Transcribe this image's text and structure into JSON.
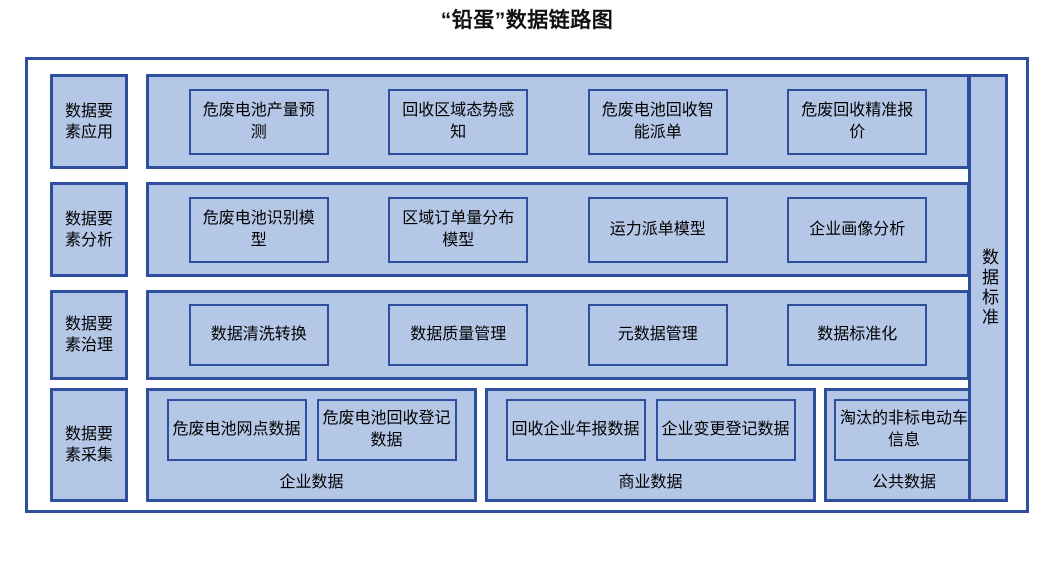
{
  "title": "“铅蛋”数据链路图",
  "colors": {
    "box_fill": "#b5c7e7",
    "border": "#2e4f9e",
    "page_background": "#ffffff",
    "text": "#000000"
  },
  "standards_column": {
    "label": "数据标准"
  },
  "layers": [
    {
      "id": "application",
      "label": "数据要素应用",
      "items": [
        {
          "label": "危废电池产量预测"
        },
        {
          "label": "回收区域态势感知"
        },
        {
          "label": "危废电池回收智能派单"
        },
        {
          "label": "危废回收精准报价"
        }
      ]
    },
    {
      "id": "analysis",
      "label": "数据要素分析",
      "items": [
        {
          "label": "危废电池识别模型"
        },
        {
          "label": "区域订单量分布模型"
        },
        {
          "label": "运力派单模型"
        },
        {
          "label": "企业画像分析"
        }
      ]
    },
    {
      "id": "governance",
      "label": "数据要素治理",
      "items": [
        {
          "label": "数据清洗转换"
        },
        {
          "label": "数据质量管理"
        },
        {
          "label": "元数据管理"
        },
        {
          "label": "数据标准化"
        }
      ]
    }
  ],
  "collection_layer": {
    "id": "collection",
    "label": "数据要素采集",
    "groups": [
      {
        "id": "enterprise-data",
        "caption": "企业数据",
        "items": [
          {
            "label": "危废电池网点数据"
          },
          {
            "label": "危废电池回收登记数据"
          }
        ]
      },
      {
        "id": "business-data",
        "caption": "商业数据",
        "items": [
          {
            "label": "回收企业年报数据"
          },
          {
            "label": "企业变更登记数据"
          }
        ]
      },
      {
        "id": "public-data",
        "caption": "公共数据",
        "items": [
          {
            "label": "淘汰的非标电动车信息"
          }
        ]
      }
    ]
  }
}
